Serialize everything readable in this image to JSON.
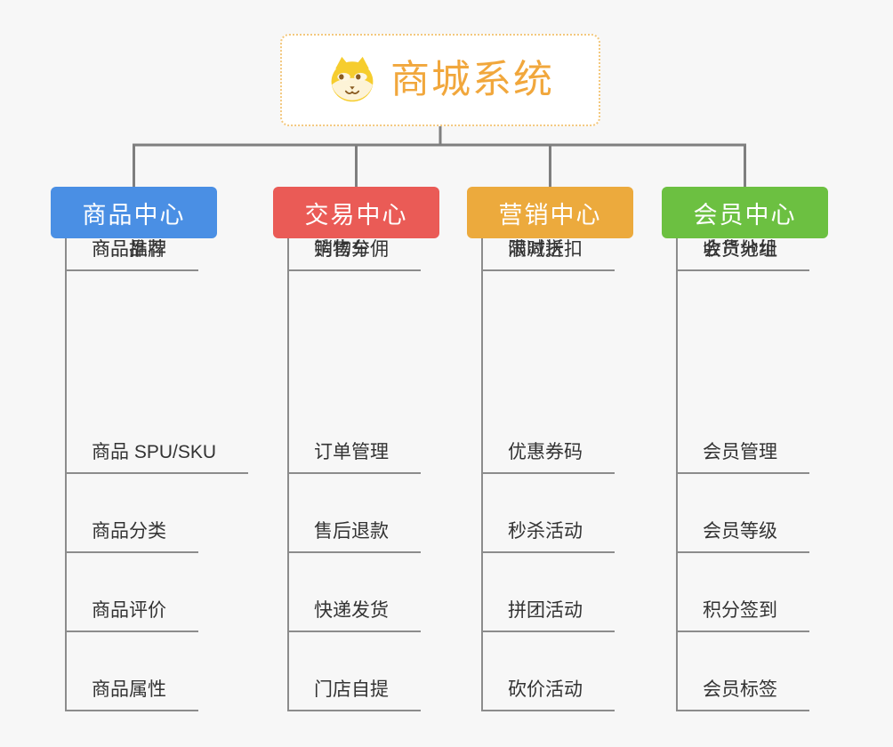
{
  "root": {
    "title": "商城系统",
    "icon": "dog-face-icon"
  },
  "branches": [
    {
      "label": "商品中心",
      "color": "#4a8fe4",
      "children": [
        "商品 SPU/SKU",
        "商品分类",
        "商品评价",
        "商品属性",
        "商品推荐",
        "商品品牌"
      ]
    },
    {
      "label": "交易中心",
      "color": "#ea5b56",
      "children": [
        "订单管理",
        "售后退款",
        "快递发货",
        "门店自提",
        "购物车",
        "销售分佣"
      ]
    },
    {
      "label": "营销中心",
      "color": "#ecaa3d",
      "children": [
        "优惠券码",
        "秒杀活动",
        "拼团活动",
        "砍价活动",
        "限时折扣",
        "满减送"
      ]
    },
    {
      "label": "会员中心",
      "color": "#6cc041",
      "children": [
        "会员管理",
        "会员等级",
        "积分签到",
        "会员标签",
        "会员分组",
        "收货地址"
      ]
    }
  ],
  "colors": {
    "background": "#f7f7f7",
    "root_border": "#f3c87e",
    "root_title": "#f1a73c",
    "connector_line": "#7f7f7f",
    "leaf_line": "#8c8c8c",
    "leaf_text": "#333333",
    "branch_text": "#ffffff"
  }
}
